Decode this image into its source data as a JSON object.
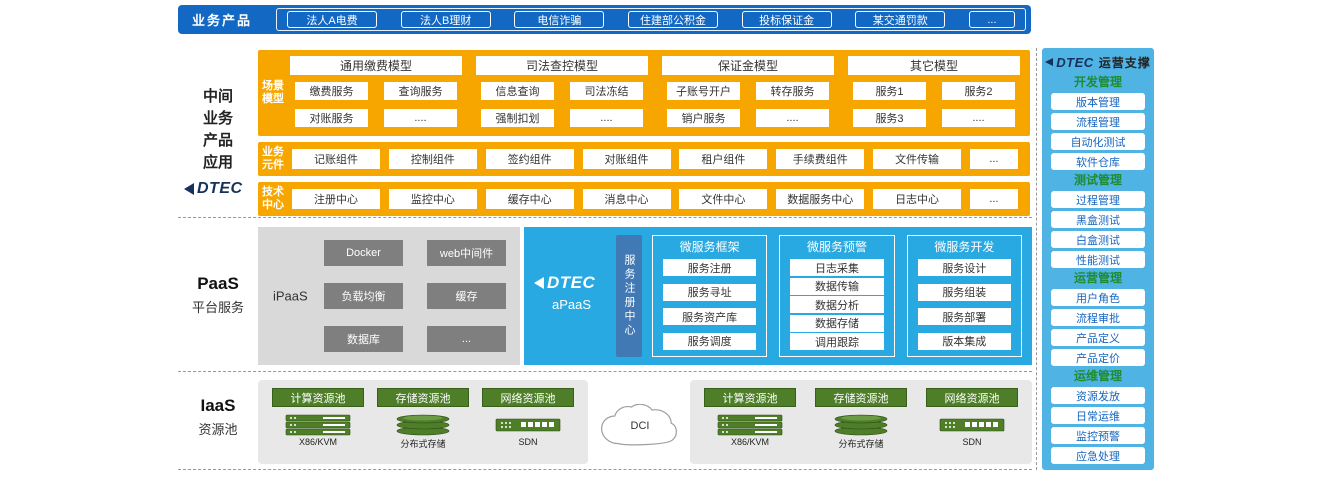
{
  "colors": {
    "top_bar_blue": "#1268C3",
    "orange": "#F7A600",
    "apaas_blue": "#29A9E1",
    "registry_blue": "#4179B5",
    "ipaas_gray": "#D9D9D9",
    "ipaas_button_gray": "#7F7F7F",
    "iaas_green": "#4E7E28",
    "sidebar_blue": "#4FB3E4",
    "sidebar_title_green": "#1F8C2F",
    "sidebar_item_text_blue": "#1565C0",
    "dtec_navy": "#16325C"
  },
  "icons": {
    "dtec_triangle": "left-pointing solid triangle",
    "dci_cloud": "cloud outline",
    "compute_rack": "stacked server rack",
    "storage_disks": "stacked storage disks",
    "network_switch": "switch with ports"
  },
  "top_bar": {
    "label": "业务产品",
    "items": [
      "法人A电费",
      "法人B理财",
      "电信诈骗",
      "住建部公积金",
      "投标保证金",
      "某交通罚款",
      "..."
    ]
  },
  "middle": {
    "section_label": "中间业务产品应用",
    "dtec_logo_text": "DTEC",
    "scene_models": {
      "label": "场景模型",
      "groups": [
        {
          "title": "通用缴费模型",
          "items": [
            "缴费服务",
            "查询服务",
            "对账服务",
            "...."
          ]
        },
        {
          "title": "司法查控模型",
          "items": [
            "信息查询",
            "司法冻结",
            "强制扣划",
            "...."
          ]
        },
        {
          "title": "保证金模型",
          "items": [
            "子账号开户",
            "转存服务",
            "销户服务",
            "...."
          ]
        },
        {
          "title": "其它模型",
          "items": [
            "服务1",
            "服务2",
            "服务3",
            "...."
          ]
        }
      ]
    },
    "business_components": {
      "label": "业务元件",
      "items": [
        "记账组件",
        "控制组件",
        "签约组件",
        "对账组件",
        "租户组件",
        "手续费组件",
        "文件传输",
        "..."
      ]
    },
    "tech_center": {
      "label": "技术中心",
      "items": [
        "注册中心",
        "监控中心",
        "缓存中心",
        "消息中心",
        "文件中心",
        "数据服务中心",
        "日志中心",
        "..."
      ]
    }
  },
  "paas": {
    "title": "PaaS",
    "subtitle": "平台服务",
    "ipaas": {
      "label": "iPaaS",
      "items": [
        "Docker",
        "web中间件",
        "负载均衡",
        "缓存",
        "数据库",
        "..."
      ]
    },
    "apaas": {
      "label": "aPaaS",
      "dtec_logo_text": "DTEC",
      "registry_vertical": "服务注册中心",
      "groups": [
        {
          "title": "微服务框架",
          "items": [
            "服务注册",
            "服务寻址",
            "服务资产库",
            "服务调度"
          ]
        },
        {
          "title": "微服务预警",
          "items": [
            "日志采集",
            "数据传输",
            "数据分析",
            "数据存储",
            "调用跟踪"
          ]
        },
        {
          "title": "微服务开发",
          "items": [
            "服务设计",
            "服务组装",
            "服务部署",
            "版本集成"
          ]
        }
      ]
    }
  },
  "iaas": {
    "title": "IaaS",
    "subtitle": "资源池",
    "dci_label": "DCI",
    "clusters": [
      {
        "pools": [
          "计算资源池",
          "存储资源池",
          "网络资源池"
        ],
        "rack_labels": [
          "X86/KVM",
          "分布式存储",
          "SDN"
        ]
      },
      {
        "pools": [
          "计算资源池",
          "存储资源池",
          "网络资源池"
        ],
        "rack_labels": [
          "X86/KVM",
          "分布式存储",
          "SDN"
        ]
      }
    ]
  },
  "sidebar": {
    "dtec_logo_text": "DTEC",
    "title": "运营支撑",
    "groups": [
      {
        "title": "开发管理",
        "items": [
          "版本管理",
          "流程管理",
          "自动化测试",
          "软件仓库"
        ]
      },
      {
        "title": "测试管理",
        "items": [
          "过程管理",
          "黑盒测试",
          "白盒测试",
          "性能测试"
        ]
      },
      {
        "title": "运营管理",
        "items": [
          "用户角色",
          "流程审批",
          "产品定义",
          "产品定价"
        ]
      },
      {
        "title": "运维管理",
        "items": [
          "资源发放",
          "日常运维",
          "监控预警",
          "应急处理"
        ]
      }
    ]
  }
}
